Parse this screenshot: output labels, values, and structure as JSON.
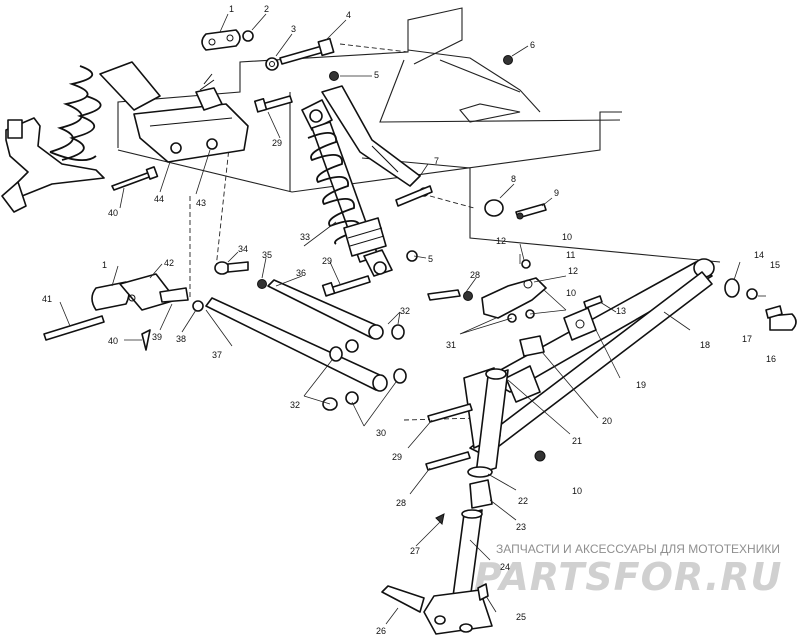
{
  "callouts": [
    "1",
    "2",
    "3",
    "4",
    "5",
    "6",
    "7",
    "8",
    "9",
    "10",
    "11",
    "12",
    "13",
    "14",
    "15",
    "16",
    "17",
    "18",
    "19",
    "20",
    "21",
    "22",
    "23",
    "24",
    "25",
    "26",
    "27",
    "28",
    "29",
    "30",
    "31",
    "32",
    "33",
    "34",
    "35",
    "36",
    "37",
    "38",
    "39",
    "40",
    "41",
    "42",
    "43",
    "44"
  ],
  "watermark": {
    "caption": "ЗАПЧАСТИ И АКСЕССУАРЫ ДЛЯ МОТОТЕХНИКИ",
    "logo": "PARTSFOR.RU"
  }
}
